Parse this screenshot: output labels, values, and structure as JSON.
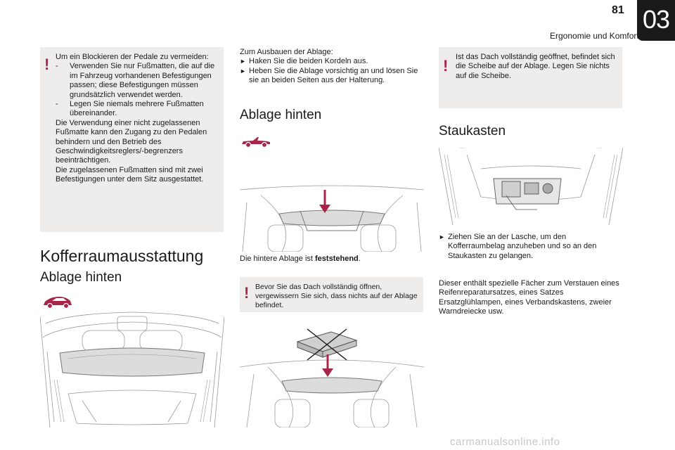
{
  "header": {
    "page_number": "81",
    "chapter_title": "Ergonomie und Komfort",
    "chapter_number": "03"
  },
  "col1": {
    "warning": {
      "intro": "Um ein Blockieren der Pedale zu vermeiden:",
      "items": [
        "Verwenden Sie nur Fußmatten, die auf die im Fahrzeug vorhandenen Befestigungen passen; diese Befestigungen müssen grundsätzlich verwendet werden.",
        "Legen Sie niemals mehrere Fußmatten übereinander."
      ],
      "para1": "Die Verwendung einer nicht zugelassenen Fußmatte kann den Zugang zu den Pedalen behindern und den Betrieb des Geschwindigkeitsreglers/-begrenzers beeinträchtigen.",
      "para2": "Die zugelassenen Fußmatten sind mit zwei Befestigungen unter dem Sitz ausgestattet."
    },
    "section_title": "Kofferraumausstattung",
    "subsection_title": "Ablage hinten"
  },
  "col2": {
    "intro": "Zum Ausbauen der Ablage:",
    "steps": [
      "Haken Sie die beiden Kordeln aus.",
      "Heben Sie die Ablage vorsichtig an und lösen Sie sie an beiden Seiten aus der Halterung."
    ],
    "subsection_title": "Ablage hinten",
    "fixed_text": "Die hintere Ablage ist ",
    "fixed_bold": "feststehend",
    "fixed_end": ".",
    "warning": "Bevor Sie das Dach vollständig öffnen, vergewissern Sie sich, dass nichts auf der Ablage befindet."
  },
  "col3": {
    "warning": "Ist das Dach vollständig geöffnet, befindet sich die Scheibe auf der Ablage. Legen Sie nichts auf die Scheibe.",
    "section_title": "Staukasten",
    "step": "Ziehen Sie an der Lasche, um den Kofferraumbelag anzuheben und so an den Staukasten zu gelangen.",
    "para": "Dieser enthält spezielle Fächer zum Verstauen eines Reifenreparatursatzes, eines Satzes Ersatzglühlampen, eines Verbandskastens, zweier Warndreiecke usw."
  },
  "footer": {
    "watermark": "carmanualsonline.info"
  },
  "colors": {
    "accent": "#a8254a",
    "warning_bg": "#efedeb",
    "tab_bg": "#1a1a1a"
  },
  "icons": {
    "warning": "exclamation-icon",
    "step": "arrow-bullet-icon",
    "car_hatchback": "hatchback-car-icon",
    "car_cabrio": "cabriolet-car-icon"
  }
}
